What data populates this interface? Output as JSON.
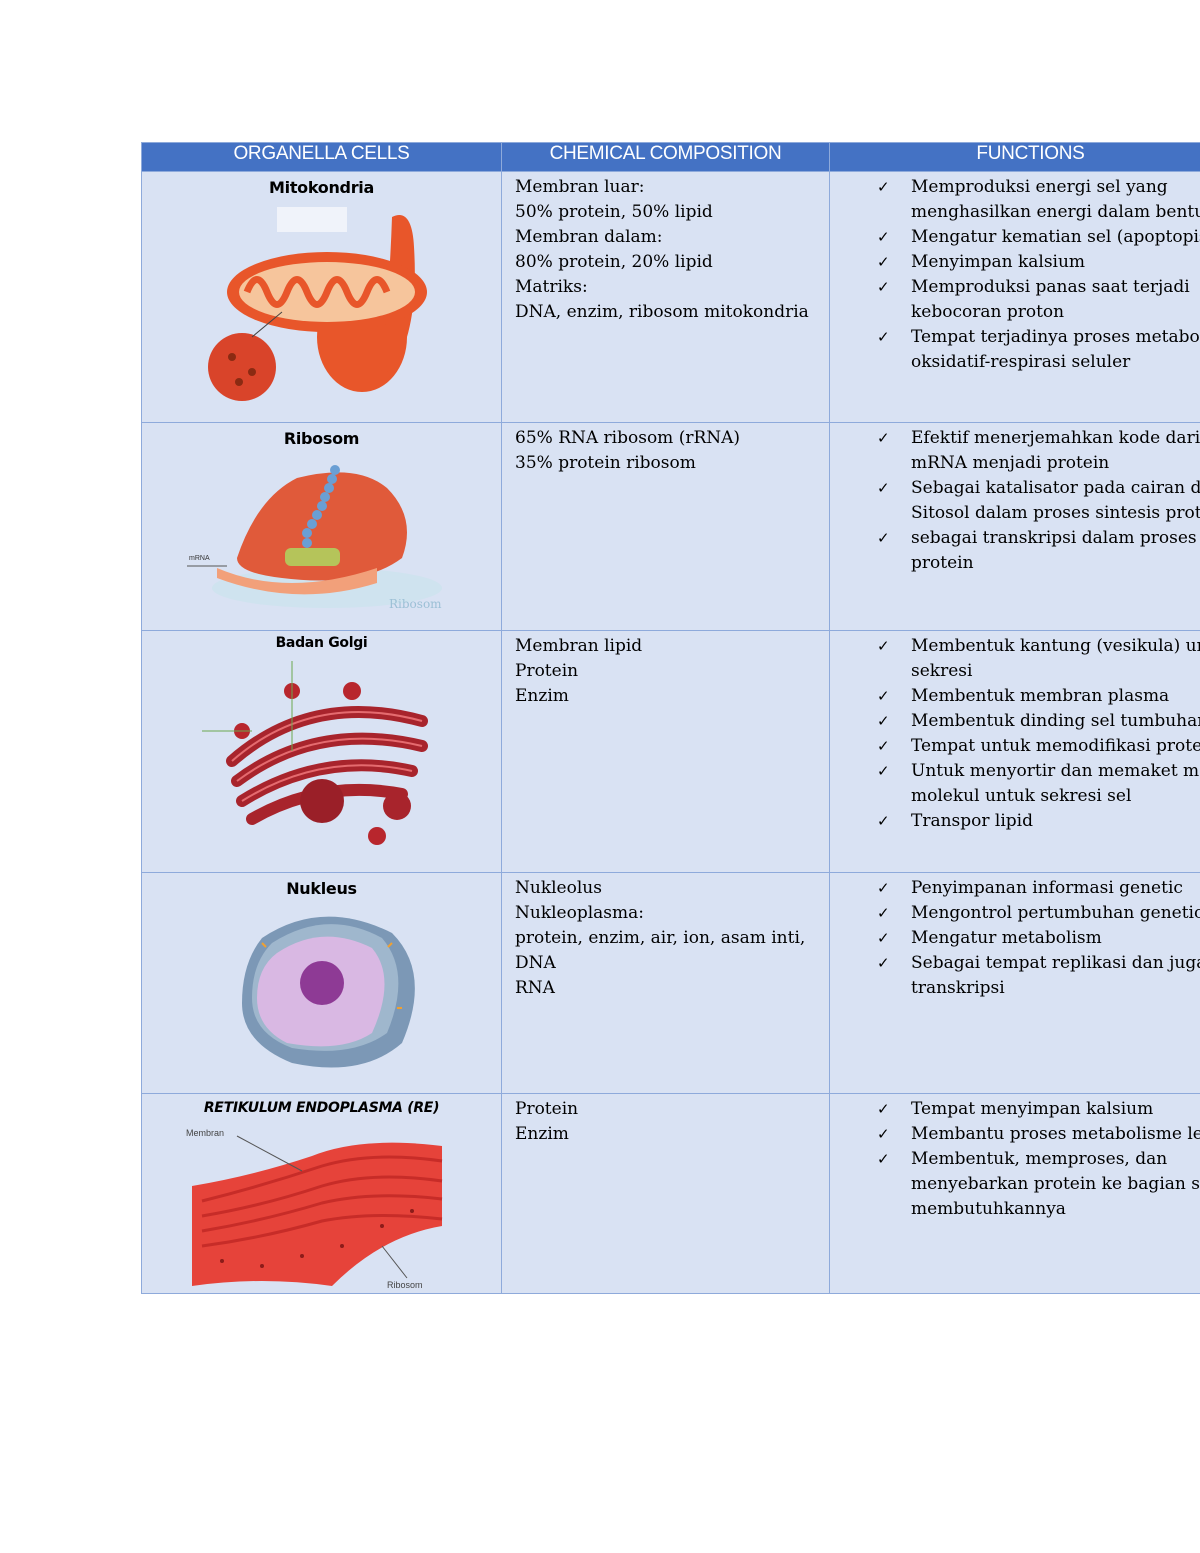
{
  "table": {
    "headers": [
      "ORGANELLA CELLS",
      "CHEMICAL COMPOSITION",
      "FUNCTIONS"
    ],
    "check_icon": "check-icon",
    "rows": [
      {
        "name": "Mitokondria",
        "composition": [
          "Membran luar:",
          "50% protein, 50% lipid",
          "Membran dalam:",
          "80% protein, 20% lipid",
          "Matriks:",
          "DNA, enzim, ribosom mitokondria"
        ],
        "functions": [
          "Memproduksi energi sel yang menghasilkan energi dalam bentu",
          "Mengatur kematian sel (apoptopis",
          "Menyimpan kalsium",
          "Memproduksi panas saat terjadi kebocoran proton",
          "Tempat terjadinya proses metabol oksidatif-respirasi seluler"
        ]
      },
      {
        "name": "Ribosom",
        "composition": [
          "65% RNA ribosom (rRNA)",
          "35% protein ribosom"
        ],
        "functions": [
          "Efektif menerjemahkan kode dari mRNA menjadi protein",
          "Sebagai katalisator pada cairan da Sitosol dalam proses sintesis prote",
          "sebagai transkripsi dalam proses s protein"
        ],
        "image_labels": {
          "mrna": "mRNA",
          "watermark": "Ribosom"
        }
      },
      {
        "name": "Badan Golgi",
        "composition": [
          "Membran lipid",
          "Protein",
          "Enzim"
        ],
        "functions": [
          "Membentuk kantung (vesikula) ur sekresi",
          "Membentuk membran plasma",
          "Membentuk dinding sel tumbuhar",
          "Tempat untuk memodifikasi prote",
          "Untuk menyortir dan memaket mo molekul untuk sekresi sel",
          "Transpor lipid"
        ]
      },
      {
        "name": "Nukleus",
        "composition": [
          "Nukleolus",
          "Nukleoplasma:",
          "protein, enzim, air, ion, asam inti,",
          "DNA",
          "RNA"
        ],
        "functions": [
          "Penyimpanan informasi genetic",
          "Mengontrol pertumbuhan genetic",
          "Mengatur metabolism",
          "Sebagai tempat replikasi dan juga transkripsi"
        ]
      },
      {
        "name": "RETIKULUM ENDOPLASMA (RE)",
        "composition": [
          "Protein",
          "Enzim"
        ],
        "functions": [
          "Tempat menyimpan kalsium",
          "Membantu proses metabolisme le",
          "Membentuk, memproses, dan menyebarkan protein ke bagian se membutuhkannya"
        ],
        "image_labels": {
          "membrane": "Membran",
          "ribosome": "Ribosom"
        }
      }
    ]
  }
}
